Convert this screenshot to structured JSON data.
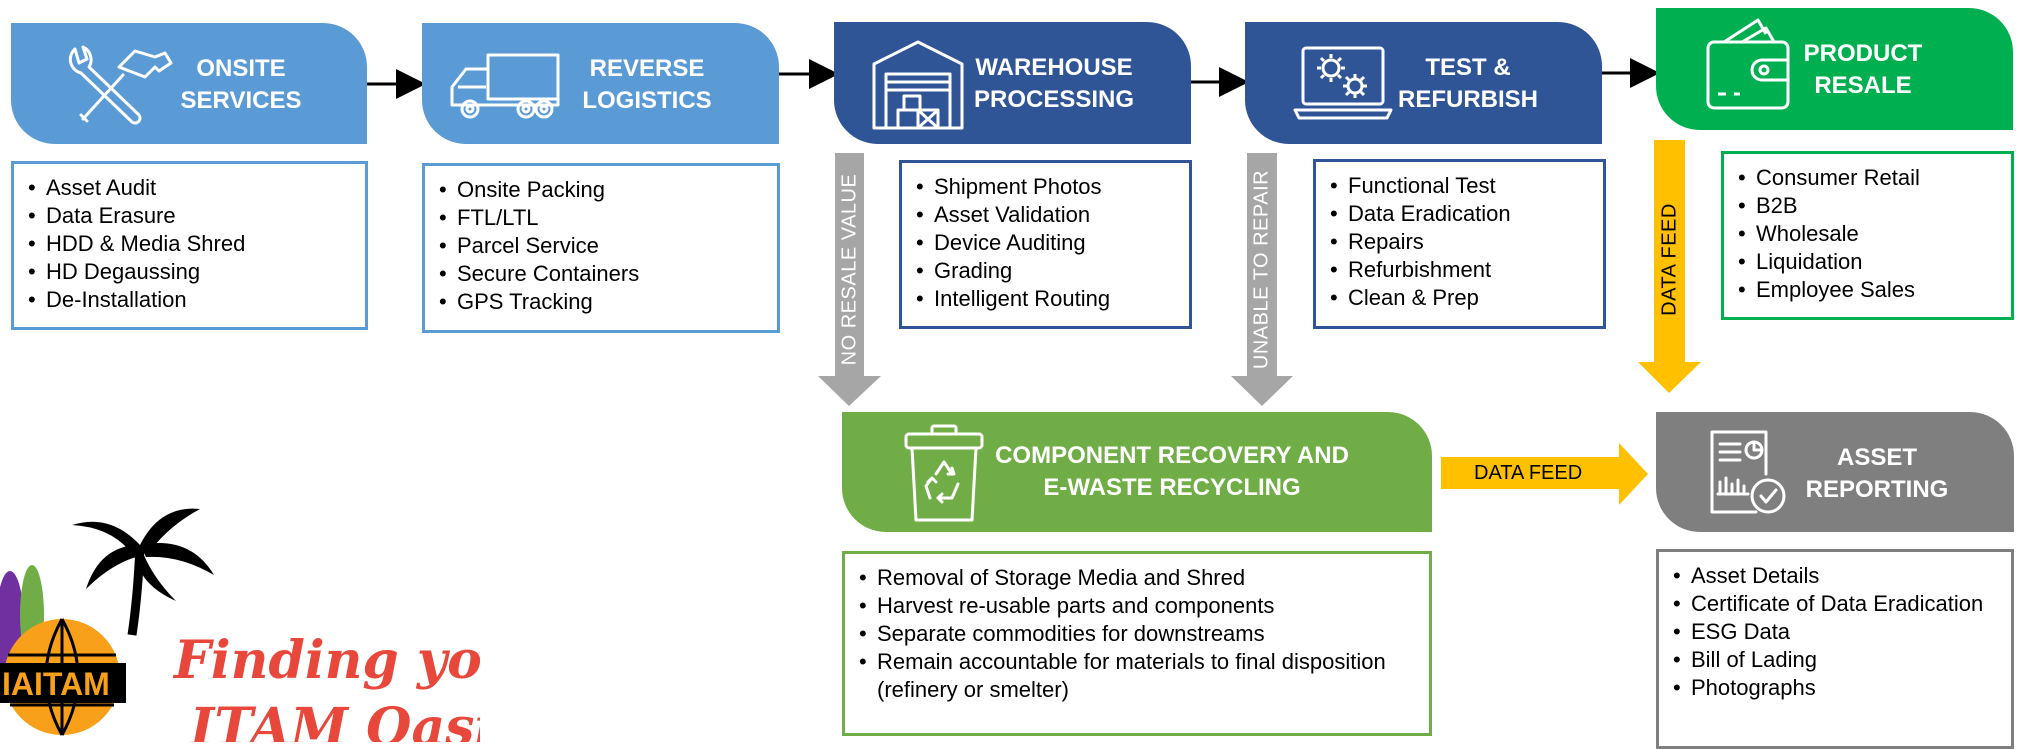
{
  "colors": {
    "light_blue": "#5b9bd5",
    "dark_blue": "#2f5597",
    "green": "#00b050",
    "olive_green": "#70ad47",
    "gray": "#7f7f7f",
    "arrow_gray": "#a6a6a6",
    "yellow": "#ffc000",
    "logo_red": "#e8483b"
  },
  "stages": [
    {
      "title_line1": "ONSITE",
      "title_line2": "SERVICES",
      "icon": "tools-icon",
      "items": [
        "Asset Audit",
        "Data Erasure",
        "HDD & Media Shred",
        "HD Degaussing",
        "De-Installation"
      ]
    },
    {
      "title_line1": "REVERSE",
      "title_line2": "LOGISTICS",
      "icon": "truck-icon",
      "items": [
        "Onsite Packing",
        "FTL/LTL",
        "Parcel Service",
        "Secure Containers",
        "GPS Tracking"
      ]
    },
    {
      "title_line1": "WAREHOUSE",
      "title_line2": "PROCESSING",
      "icon": "warehouse-icon",
      "items": [
        "Shipment Photos",
        "Asset Validation",
        "Device Auditing",
        "Grading",
        "Intelligent Routing"
      ]
    },
    {
      "title_line1": "TEST &",
      "title_line2": "REFURBISH",
      "icon": "laptop-gears-icon",
      "items": [
        "Functional Test",
        "Data Eradication",
        "Repairs",
        "Refurbishment",
        "Clean & Prep"
      ]
    },
    {
      "title_line1": "PRODUCT",
      "title_line2": "RESALE",
      "icon": "wallet-icon",
      "items": [
        "Consumer Retail",
        "B2B",
        "Wholesale",
        "Liquidation",
        "Employee Sales"
      ]
    }
  ],
  "recycling": {
    "title_line1": "COMPONENT RECOVERY AND",
    "title_line2": "E-WASTE RECYCLING",
    "icon": "recycle-bin-icon",
    "items": [
      "Removal of Storage Media and Shred",
      "Harvest re-usable parts and components",
      "Separate commodities for downstreams",
      "Remain accountable for materials to final disposition (refinery or smelter)"
    ]
  },
  "reporting": {
    "title_line1": "ASSET",
    "title_line2": "REPORTING",
    "icon": "report-check-icon",
    "items": [
      "Asset Details",
      "Certificate of Data Eradication",
      "ESG Data",
      "Bill of Lading",
      "Photographs"
    ]
  },
  "arrows": {
    "no_resale_value": "NO RESALE VALUE",
    "unable_to_repair": "UNABLE TO REPAIR",
    "data_feed_vertical": "DATA FEED",
    "data_feed_horizontal": "DATA FEED"
  },
  "logo": {
    "badge_text": "IAITAM",
    "tagline_line1": "Finding your",
    "tagline_line2": "ITAM Oasis"
  }
}
